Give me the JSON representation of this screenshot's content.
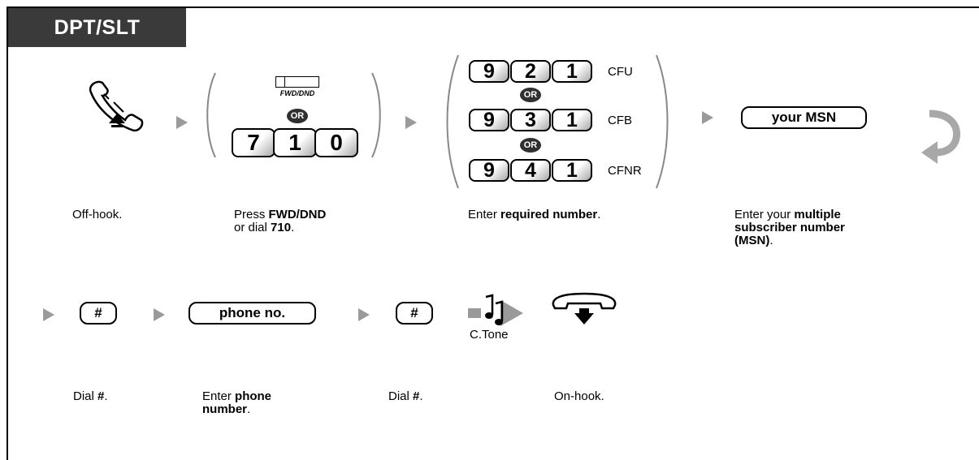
{
  "header": {
    "tab_label": "DPT/SLT"
  },
  "steps_row1": {
    "offhook_caption": "Off-hook.",
    "fwd": {
      "button_label": "FWD/DND",
      "or_label": "OR",
      "keys": [
        "7",
        "1",
        "0"
      ],
      "caption_pre": "Press ",
      "caption_bold": "FWD/DND",
      "caption_mid": "or dial ",
      "caption_bold2": "710",
      "caption_end": "."
    },
    "required": {
      "rows": [
        {
          "keys": [
            "9",
            "2",
            "1"
          ],
          "label": "CFU"
        },
        {
          "keys": [
            "9",
            "3",
            "1"
          ],
          "label": "CFB"
        },
        {
          "keys": [
            "9",
            "4",
            "1"
          ],
          "label": "CFNR"
        }
      ],
      "or_label": "OR",
      "caption_pre": "Enter ",
      "caption_bold": "required number",
      "caption_end": "."
    },
    "msn": {
      "key_label": "your MSN",
      "caption_pre": "Enter your ",
      "caption_bold1": "multiple",
      "caption_bold2": "subscriber number",
      "caption_bold3": "(MSN)",
      "caption_end": "."
    }
  },
  "steps_row2": {
    "hash1": {
      "key_label": "#",
      "caption_pre": "Dial ",
      "caption_bold": "#",
      "caption_end": "."
    },
    "phone": {
      "key_label": "phone no.",
      "caption_pre": "Enter ",
      "caption_bold1": "phone",
      "caption_bold2": "number",
      "caption_end": "."
    },
    "hash2": {
      "key_label": "#",
      "caption_pre": "Dial ",
      "caption_bold": "#",
      "caption_end": "."
    },
    "tone_label": "C.Tone",
    "onhook_caption": "On-hook."
  },
  "colors": {
    "tab_bg": "#3a3a3a",
    "arrow": "#9a9a9a",
    "continue_arrow": "#a8a8a8"
  }
}
